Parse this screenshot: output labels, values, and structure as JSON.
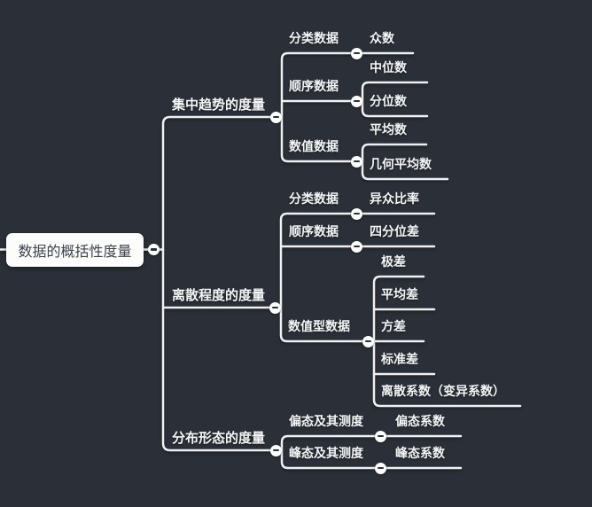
{
  "theme": {
    "background": "#2b2f37",
    "line_color": "#eff0f1",
    "topic_text_color": "#f4f5f6",
    "root_fill": "#fcfcfc",
    "root_text_color": "#3d424b",
    "collapse_icon": "minus"
  },
  "mindmap": {
    "root": {
      "label": "数据的概括性度量"
    },
    "branches": [
      {
        "label": "集中趋势的度量",
        "children": [
          {
            "label": "分类数据",
            "children": [
              {
                "label": "众数"
              }
            ]
          },
          {
            "label": "顺序数据",
            "children": [
              {
                "label": "中位数"
              },
              {
                "label": "分位数"
              }
            ]
          },
          {
            "label": "数值数据",
            "children": [
              {
                "label": "平均数"
              },
              {
                "label": "几何平均数"
              }
            ]
          }
        ]
      },
      {
        "label": "离散程度的度量",
        "children": [
          {
            "label": "分类数据",
            "children": [
              {
                "label": "异众比率"
              }
            ]
          },
          {
            "label": "顺序数据",
            "children": [
              {
                "label": "四分位差"
              }
            ]
          },
          {
            "label": "数值型数据",
            "children": [
              {
                "label": "极差"
              },
              {
                "label": "平均差"
              },
              {
                "label": "方差"
              },
              {
                "label": "标准差"
              },
              {
                "label": "离散系数（变异系数）"
              }
            ]
          }
        ]
      },
      {
        "label": "分布形态的度量",
        "children": [
          {
            "label": "偏态及其测度",
            "children": [
              {
                "label": "偏态系数"
              }
            ]
          },
          {
            "label": "峰态及其测度",
            "children": [
              {
                "label": "峰态系数"
              }
            ]
          }
        ]
      }
    ]
  }
}
